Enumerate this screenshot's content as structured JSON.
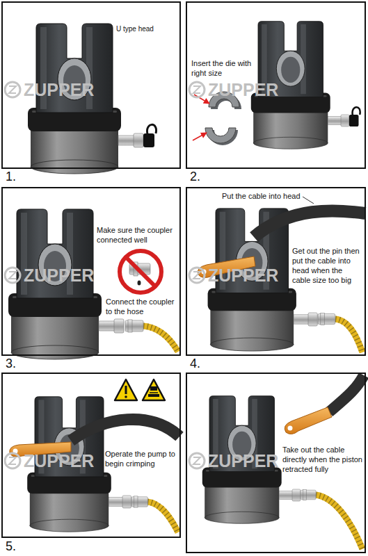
{
  "diagram": {
    "nodes": [
      {
        "text": [
          "U type head"
        ]
      },
      {
        "text": [
          "Insert the die with right size"
        ]
      },
      {
        "text": [
          "Make sure the coupler connected well",
          "Connect the coupler to the hose"
        ]
      },
      {
        "text": [
          "Put the cable into head",
          "Get out the pin then put the cable into head when the cable size too big"
        ]
      },
      {
        "text": [
          "Operate the pump to begin crimping"
        ]
      },
      {
        "text": [
          "Take out the cable directly when the piston retracted fully"
        ]
      }
    ],
    "labels": [
      "ZUPPER",
      "ZUPPER",
      "ZUPPER",
      "ZUPPER",
      "ZUPPER",
      "ZUPPER",
      "1.",
      "2.",
      "3.",
      "4.",
      "5."
    ]
  }
}
